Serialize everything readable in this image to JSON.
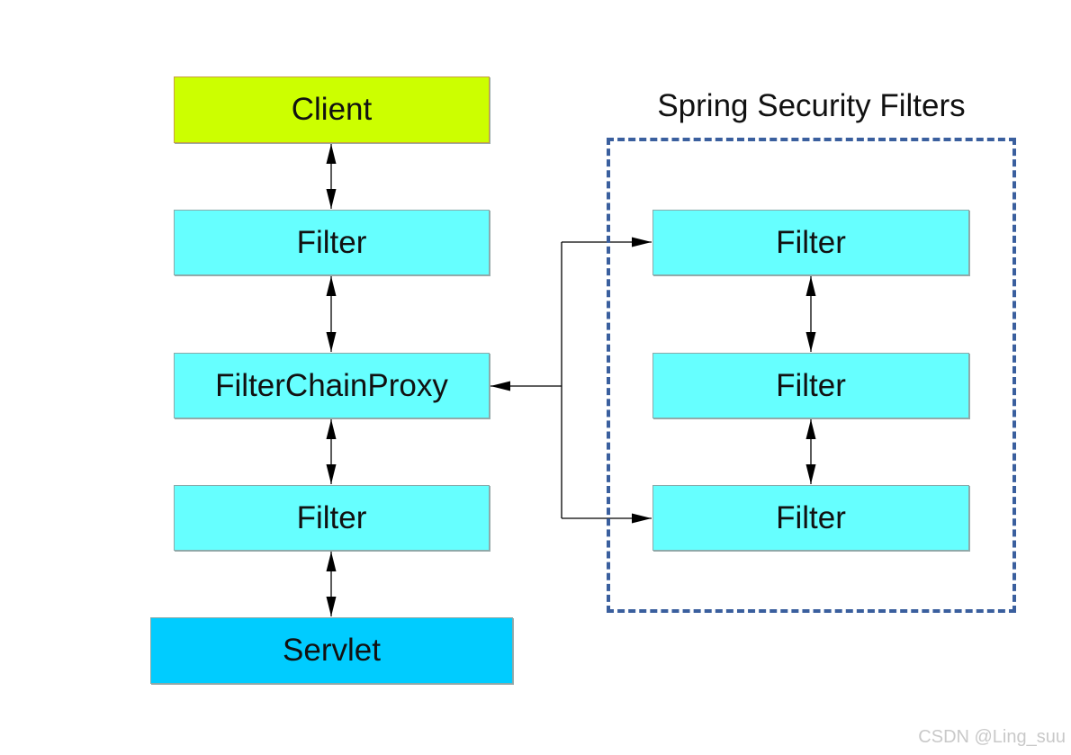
{
  "diagram": {
    "client": "Client",
    "filter_top": "Filter",
    "proxy": "FilterChainProxy",
    "filter_bottom": "Filter",
    "servlet": "Servlet",
    "security_group": {
      "title": "Spring Security Filters",
      "filters": [
        "Filter",
        "Filter",
        "Filter"
      ]
    }
  },
  "watermark": "CSDN @Ling_suu",
  "colors": {
    "client": "#ccff00",
    "filter": "#66ffff",
    "servlet": "#00ccff",
    "group_border": "#3a5f9e"
  }
}
